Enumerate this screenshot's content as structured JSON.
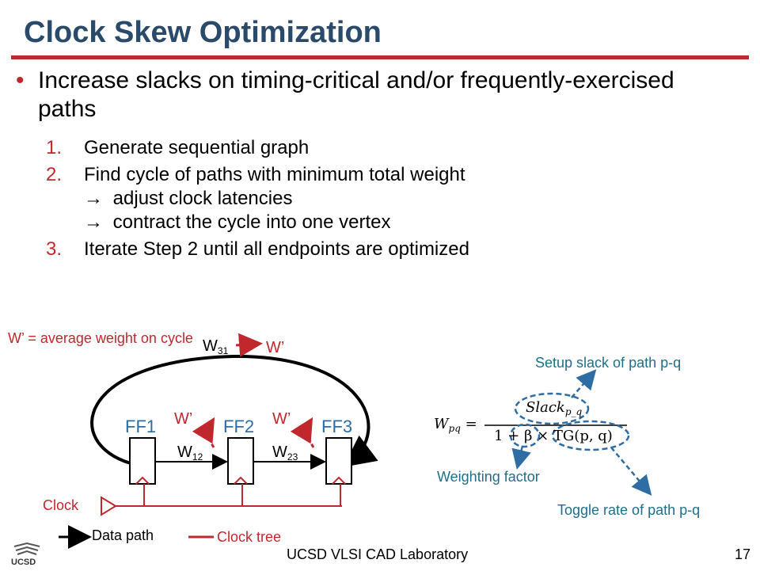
{
  "title": "Clock Skew Optimization",
  "bullet": {
    "marker": "•",
    "text": "Increase slacks on timing-critical and/or frequently-exercised paths"
  },
  "steps": [
    {
      "num": "1.",
      "lines": [
        "Generate sequential graph"
      ]
    },
    {
      "num": "2.",
      "lines": [
        "Find cycle of paths with minimum total weight",
        " adjust clock latencies",
        " contract the cycle into one vertex"
      ]
    },
    {
      "num": "3.",
      "lines": [
        "Iterate Step 2 until all endpoints are optimized"
      ]
    }
  ],
  "diagram": {
    "note": "W’ = average weight on cycle",
    "w_prime": "W’",
    "w31": "W",
    "w31_sub": "31",
    "w12": "W",
    "w12_sub": "12",
    "w23": "W",
    "w23_sub": "23",
    "ff1": "FF1",
    "ff2": "FF2",
    "ff3": "FF3",
    "clock": "Clock",
    "legend_data": "Data path",
    "legend_clock": "Clock tree"
  },
  "formula": {
    "lhs": "W",
    "lhs_sub": "pq",
    "eq": "=",
    "numerator": "Slack",
    "numerator_sub": "p_q",
    "denominator": "1 + β × TG(p, q)"
  },
  "annotations": {
    "setup": "Setup slack of path p-q",
    "weighting": "Weighting factor",
    "toggle": "Toggle rate of path p-q"
  },
  "footer": {
    "lab": "UCSD VLSI CAD Laboratory",
    "page": "17",
    "logo_text": "UCSD"
  },
  "colors": {
    "title": "#2a4a6b",
    "accent_red": "#c0282d",
    "ff_blue": "#2e6da4",
    "annotation": "#1f6f8b"
  }
}
